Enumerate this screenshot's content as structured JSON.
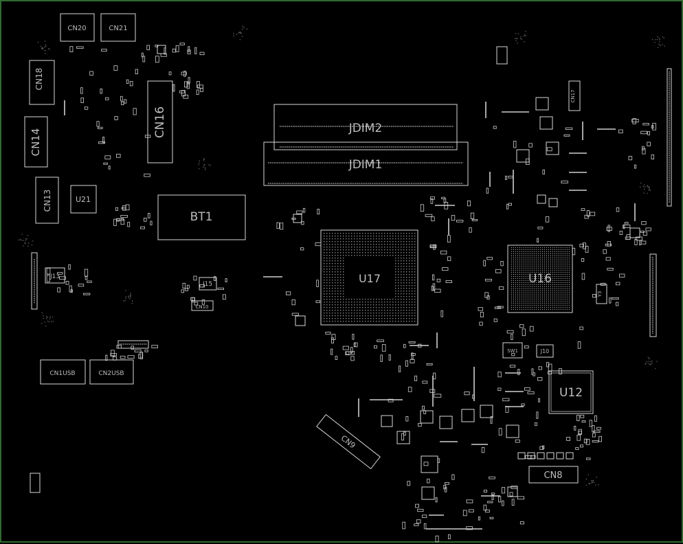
{
  "title": "",
  "colors": {
    "background": "#000000",
    "outline": "#d8d8d8",
    "text": "#bdbdbd",
    "frame": "#2f6b2f",
    "pad": "#9a9a9a"
  },
  "components": {
    "cn20": "CN20",
    "cn21": "CN21",
    "cn18": "CN18",
    "cn16": "CN16",
    "cn14": "CN14",
    "cn13": "CN13",
    "u21": "U21",
    "bt1": "BT1",
    "jdim2": "JDIM2",
    "jdim1": "JDIM1",
    "u17": "U17",
    "u16": "U16",
    "j13": "J13",
    "j15": "J15",
    "cn10": "CN10",
    "cn1usb": "CN1USB",
    "cn2usb": "CN2USB",
    "cn9": "CN9",
    "u12": "U12",
    "cn8": "CN8",
    "cn17": "CN17",
    "sw1": "SW1",
    "j10": "J10",
    "y3": "Y3"
  }
}
